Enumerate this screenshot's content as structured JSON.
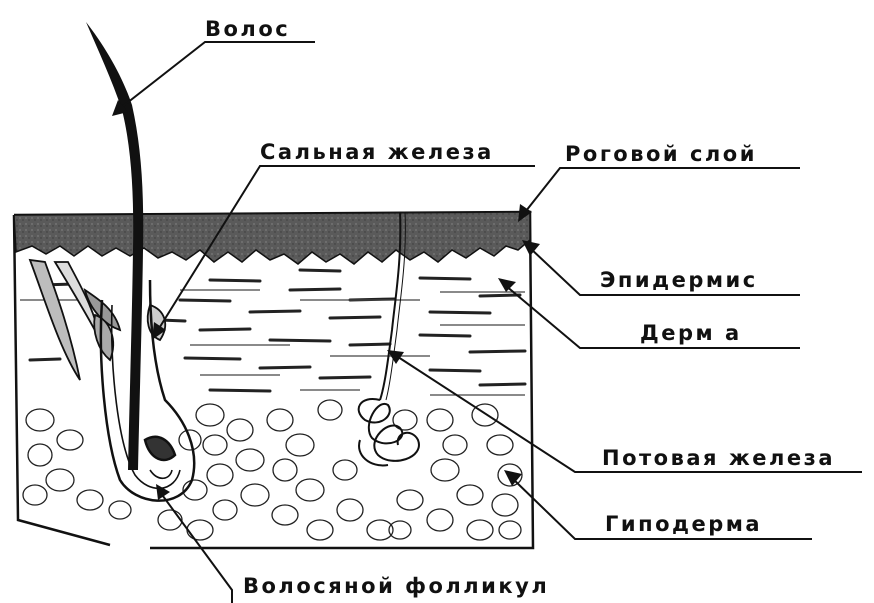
{
  "labels": {
    "hair": "Волос",
    "sebaceous_gland": "Сальная железа",
    "stratum_corneum": "Роговой слой",
    "epidermis": "Эпидермис",
    "dermis": "Дерм а",
    "sweat_gland": "Потовая железа",
    "hypodermis": "Гиподерма",
    "hair_follicle": "Волосяной фолликул"
  },
  "colors": {
    "ink": "#111111",
    "stratum": "#555555",
    "background": "#ffffff"
  }
}
